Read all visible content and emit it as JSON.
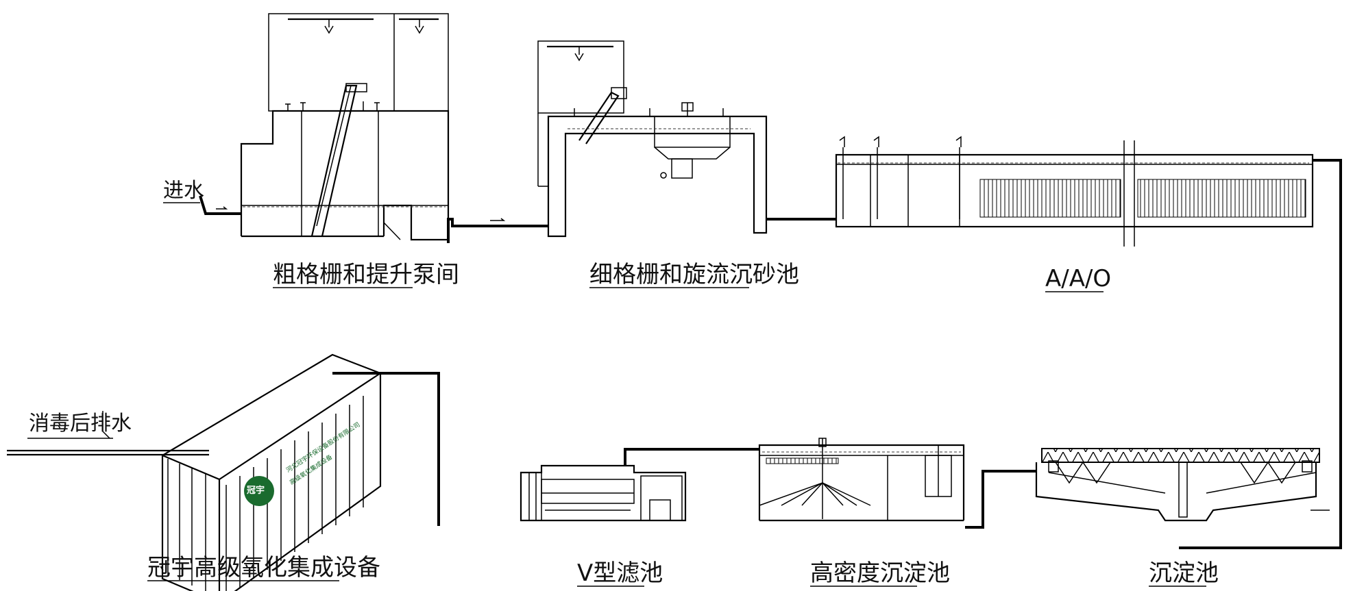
{
  "inlet_label": "进水",
  "outlet_label": "消毒后排水",
  "stages": [
    {
      "id": "coarse-screen",
      "label": "粗格栅和提升泵间"
    },
    {
      "id": "fine-screen",
      "label": "细格栅和旋流沉砂池"
    },
    {
      "id": "aao",
      "label": "A/A/O"
    },
    {
      "id": "sedimentation",
      "label": "沉淀池"
    },
    {
      "id": "high-density",
      "label": "高密度沉淀池"
    },
    {
      "id": "v-filter",
      "label": "V型滤池"
    },
    {
      "id": "oxidation",
      "label": "冠宇高级氧化集成设备"
    }
  ],
  "container_logo": {
    "company": "河北冠宇环保设备股份有限公司",
    "product": "高级氧化集成设备",
    "brand": "冠宇"
  },
  "colors": {
    "line": "#000000",
    "logo_green": "#1a6b2e"
  }
}
